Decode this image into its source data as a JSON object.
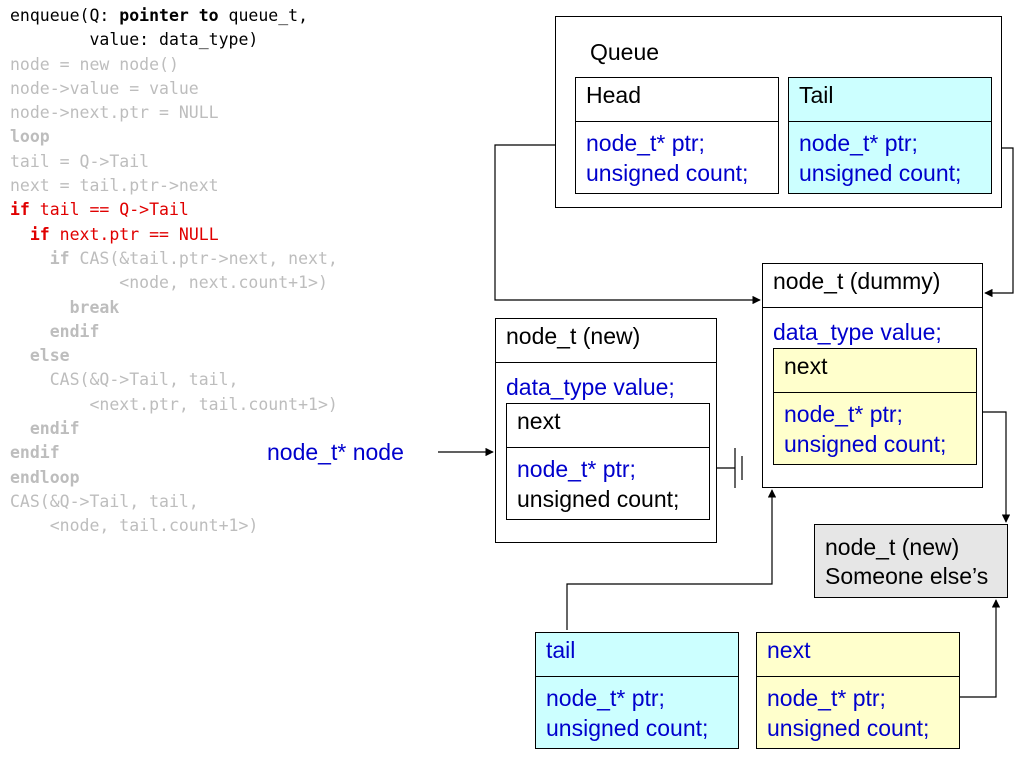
{
  "code": {
    "lines": [
      {
        "parts": [
          {
            "t": "enqueue(Q: "
          },
          {
            "t": "pointer to",
            "kw": true
          },
          {
            "t": " queue_t,"
          }
        ],
        "state": "active"
      },
      {
        "parts": [
          {
            "t": "        value: data_type)"
          }
        ],
        "state": "active"
      },
      {
        "parts": [
          {
            "t": "node = new node()"
          }
        ],
        "state": "dim"
      },
      {
        "parts": [
          {
            "t": "node->value = value"
          }
        ],
        "state": "dim"
      },
      {
        "parts": [
          {
            "t": "node->next.ptr = NULL"
          }
        ],
        "state": "dim"
      },
      {
        "parts": [
          {
            "t": "loop",
            "kw": true
          }
        ],
        "state": "dim"
      },
      {
        "parts": [
          {
            "t": "tail = Q->Tail"
          }
        ],
        "state": "dim"
      },
      {
        "parts": [
          {
            "t": "next = tail.ptr->next"
          }
        ],
        "state": "dim"
      },
      {
        "parts": [
          {
            "t": "if",
            "kw": true
          },
          {
            "t": " tail == Q->Tail"
          }
        ],
        "state": "hl"
      },
      {
        "parts": [
          {
            "t": "  "
          },
          {
            "t": "if",
            "kw": true
          },
          {
            "t": " next.ptr == NULL"
          }
        ],
        "state": "hl"
      },
      {
        "parts": [
          {
            "t": "    "
          },
          {
            "t": "if",
            "kw": true
          },
          {
            "t": " CAS(&tail.ptr->next, next,"
          }
        ],
        "state": "dim"
      },
      {
        "parts": [
          {
            "t": "           <node, next.count+1>)"
          }
        ],
        "state": "dim"
      },
      {
        "parts": [
          {
            "t": "      "
          },
          {
            "t": "break",
            "kw": true
          }
        ],
        "state": "dim"
      },
      {
        "parts": [
          {
            "t": "    "
          },
          {
            "t": "endif",
            "kw": true
          }
        ],
        "state": "dim"
      },
      {
        "parts": [
          {
            "t": "  "
          },
          {
            "t": "else",
            "kw": true
          }
        ],
        "state": "dim"
      },
      {
        "parts": [
          {
            "t": "    CAS(&Q->Tail, tail,"
          }
        ],
        "state": "dim"
      },
      {
        "parts": [
          {
            "t": "        <next.ptr, tail.count+1>)"
          }
        ],
        "state": "dim"
      },
      {
        "parts": [
          {
            "t": "  "
          },
          {
            "t": "endif",
            "kw": true
          }
        ],
        "state": "dim"
      },
      {
        "parts": [
          {
            "t": "endif",
            "kw": true
          }
        ],
        "state": "dim"
      },
      {
        "parts": [
          {
            "t": "endloop",
            "kw": true
          }
        ],
        "state": "dim"
      },
      {
        "parts": [
          {
            "t": "CAS(&Q->Tail, tail,"
          }
        ],
        "state": "dim"
      },
      {
        "parts": [
          {
            "t": "    <node, tail.count+1>)"
          }
        ],
        "state": "dim"
      }
    ]
  },
  "colors": {
    "tail_fill": "#ccffff",
    "next_fill": "#ffffcc",
    "other_fill": "#e6e6e6",
    "field_text": "#0000cc",
    "highlight": "#e00000",
    "dim_code": "#bdbdbd"
  },
  "diagram": {
    "queue": {
      "title": "Queue",
      "head": {
        "label": "Head",
        "ptr": "node_t* ptr;",
        "count": "unsigned count;"
      },
      "tail": {
        "label": "Tail",
        "ptr": "node_t* ptr;",
        "count": "unsigned count;"
      }
    },
    "dummy_node": {
      "title": "node_t (dummy)",
      "value": "data_type value;",
      "next_label": "next",
      "ptr": "node_t* ptr;",
      "count": "unsigned count;"
    },
    "new_node": {
      "title": "node_t (new)",
      "value": "data_type value;",
      "next_label": "next",
      "ptr": "node_t* ptr;",
      "count": "unsigned count;"
    },
    "node_pointer_label": "node_t* node",
    "other_node": {
      "line1": "node_t (new)",
      "line2": "Someone else’s"
    },
    "local_tail": {
      "label": "tail",
      "ptr": "node_t* ptr;",
      "count": "unsigned count;"
    },
    "local_next": {
      "label": "next",
      "ptr": "node_t* ptr;",
      "count": "unsigned count;"
    }
  }
}
